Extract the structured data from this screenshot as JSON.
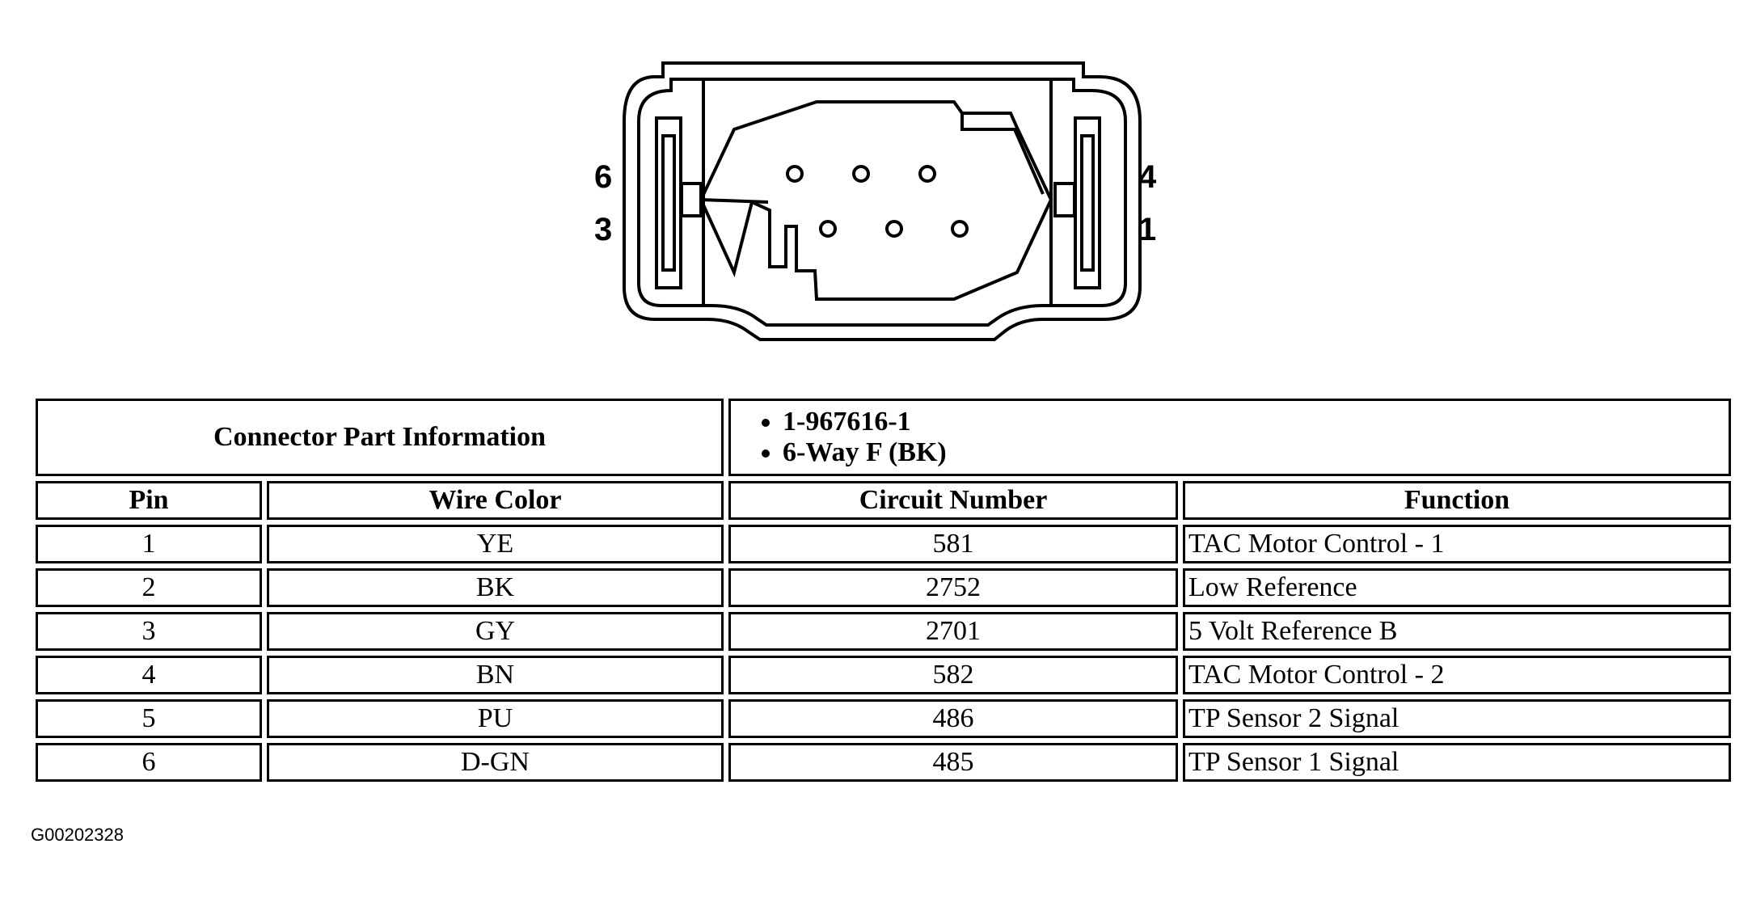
{
  "connector": {
    "pin_labels": {
      "top_left": "6",
      "bottom_left": "3",
      "top_right": "4",
      "bottom_right": "1"
    }
  },
  "table": {
    "header_label": "Connector Part Information",
    "part_info": [
      "1-967616-1",
      "6-Way F (BK)"
    ],
    "columns": [
      "Pin",
      "Wire Color",
      "Circuit Number",
      "Function"
    ],
    "rows": [
      {
        "pin": "1",
        "wire_color": "YE",
        "circuit": "581",
        "function": "TAC Motor Control - 1"
      },
      {
        "pin": "2",
        "wire_color": "BK",
        "circuit": "2752",
        "function": "Low Reference"
      },
      {
        "pin": "3",
        "wire_color": "GY",
        "circuit": "2701",
        "function": "5 Volt Reference B"
      },
      {
        "pin": "4",
        "wire_color": "BN",
        "circuit": "582",
        "function": "TAC Motor Control - 2"
      },
      {
        "pin": "5",
        "wire_color": "PU",
        "circuit": "486",
        "function": "TP Sensor 2 Signal"
      },
      {
        "pin": "6",
        "wire_color": "D-GN",
        "circuit": "485",
        "function": "TP Sensor 1 Signal"
      }
    ]
  },
  "figure_id": "G00202328"
}
